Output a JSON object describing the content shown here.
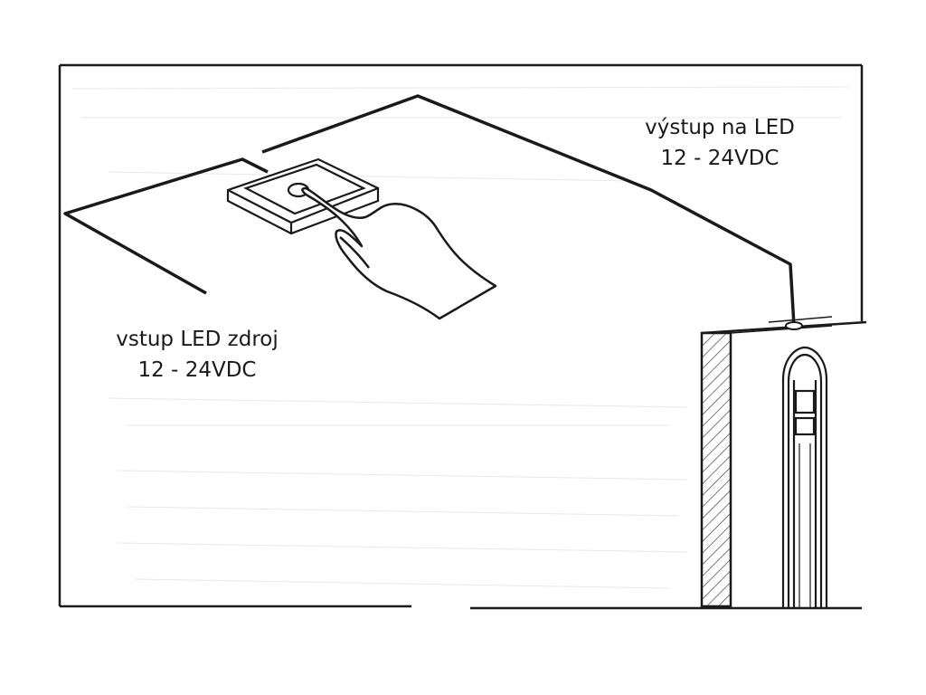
{
  "labels": {
    "output": {
      "line1": "výstup na LED",
      "line2": "12 - 24VDC"
    },
    "input": {
      "line1": "vstup LED zdroj",
      "line2": "12 - 24VDC"
    }
  }
}
